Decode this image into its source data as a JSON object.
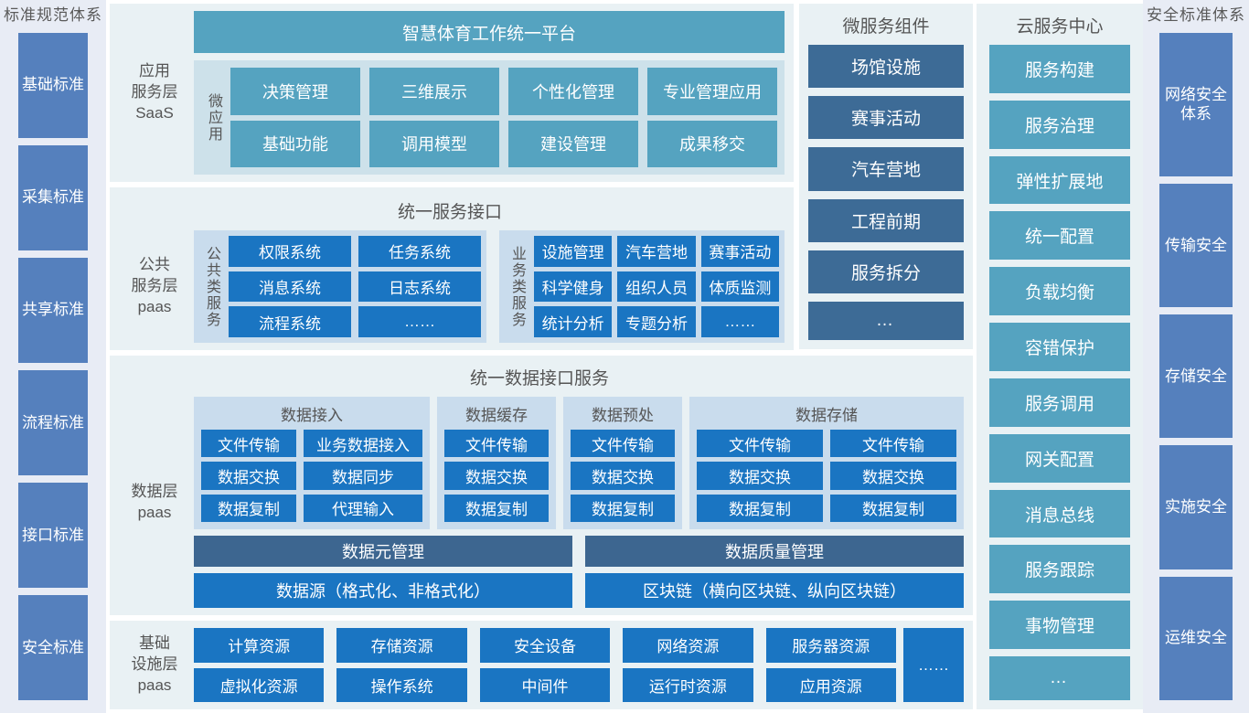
{
  "left_standards": {
    "title": "标准规范体系",
    "items": [
      "基础标准",
      "采集标准",
      "共享标准",
      "流程标准",
      "接口标准",
      "安全标准"
    ]
  },
  "right_standards": {
    "title": "安全标准体系",
    "items": [
      "网络安全体系",
      "传输安全",
      "存储安全",
      "实施安全",
      "运维安全"
    ]
  },
  "application_layer": {
    "label": "应用服务层 SaaS",
    "label_line1": "应用",
    "label_line2": "服务层",
    "label_line3": "SaaS",
    "platform": "智慧体育工作统一平台",
    "group_label": "微应用",
    "tiles": [
      "决策管理",
      "三维展示",
      "个性化管理",
      "专业管理应用",
      "基础功能",
      "调用模型",
      "建设管理",
      "成果移交"
    ]
  },
  "public_service_layer": {
    "label_line1": "公共",
    "label_line2": "服务层",
    "label_line3": "paas",
    "section_title": "统一服务接口",
    "group1": {
      "label": "公共类服务",
      "tiles": [
        "权限系统",
        "任务系统",
        "消息系统",
        "日志系统",
        "流程系统",
        "……"
      ]
    },
    "group2": {
      "label": "业务类服务",
      "tiles": [
        "设施管理",
        "汽车营地",
        "赛事活动",
        "科学健身",
        "组织人员",
        "体质监测",
        "统计分析",
        "专题分析",
        "……"
      ]
    }
  },
  "data_layer": {
    "label_line1": "数据层",
    "label_line2": "paas",
    "section_title": "统一数据接口服务",
    "groups": [
      {
        "title": "数据接入",
        "tiles": [
          "文件传输",
          "业务数据接入",
          "数据交换",
          "数据同步",
          "数据复制",
          "代理输入"
        ]
      },
      {
        "title": "数据缓存",
        "tiles": [
          "文件传输",
          "数据交换",
          "数据复制"
        ]
      },
      {
        "title": "数据预处",
        "tiles": [
          "文件传输",
          "数据交换",
          "数据复制"
        ]
      },
      {
        "title": "数据存储",
        "tiles": [
          "文件传输",
          "文件传输",
          "数据交换",
          "数据交换",
          "数据复制",
          "数据复制"
        ]
      }
    ],
    "mgmt_row": [
      "数据元管理",
      "数据质量管理"
    ],
    "source_row": [
      "数据源（格式化、非格式化）",
      "区块链（横向区块链、纵向区块链）"
    ]
  },
  "infrastructure_layer": {
    "label_line1": "基础",
    "label_line2": "设施层",
    "label_line3": "paas",
    "tiles": [
      "计算资源",
      "存储资源",
      "安全设备",
      "网络资源",
      "服务器资源",
      "虚拟化资源",
      "操作系统",
      "中间件",
      "运行时资源",
      "应用资源"
    ],
    "more": "……"
  },
  "microservice_column": {
    "title": "微服务组件",
    "items": [
      "场馆设施",
      "赛事活动",
      "汽车营地",
      "工程前期",
      "服务拆分",
      "…"
    ]
  },
  "cloud_column": {
    "title": "云服务中心",
    "items": [
      "服务构建",
      "服务治理",
      "弹性扩展地",
      "统一配置",
      "负载均衡",
      "容错保护",
      "服务调用",
      "网关配置",
      "消息总线",
      "服务跟踪",
      "事物管理",
      "…"
    ]
  },
  "colors": {
    "panel_bg": "#e9f1f4",
    "side_col_bg": "#e8ecf5",
    "standard_box": "#5580bd",
    "teal": "#55a3c0",
    "blue": "#1a75c2",
    "slate": "#3d6690",
    "microservice": "#3d6b96",
    "subpanel": "#c9dced"
  }
}
